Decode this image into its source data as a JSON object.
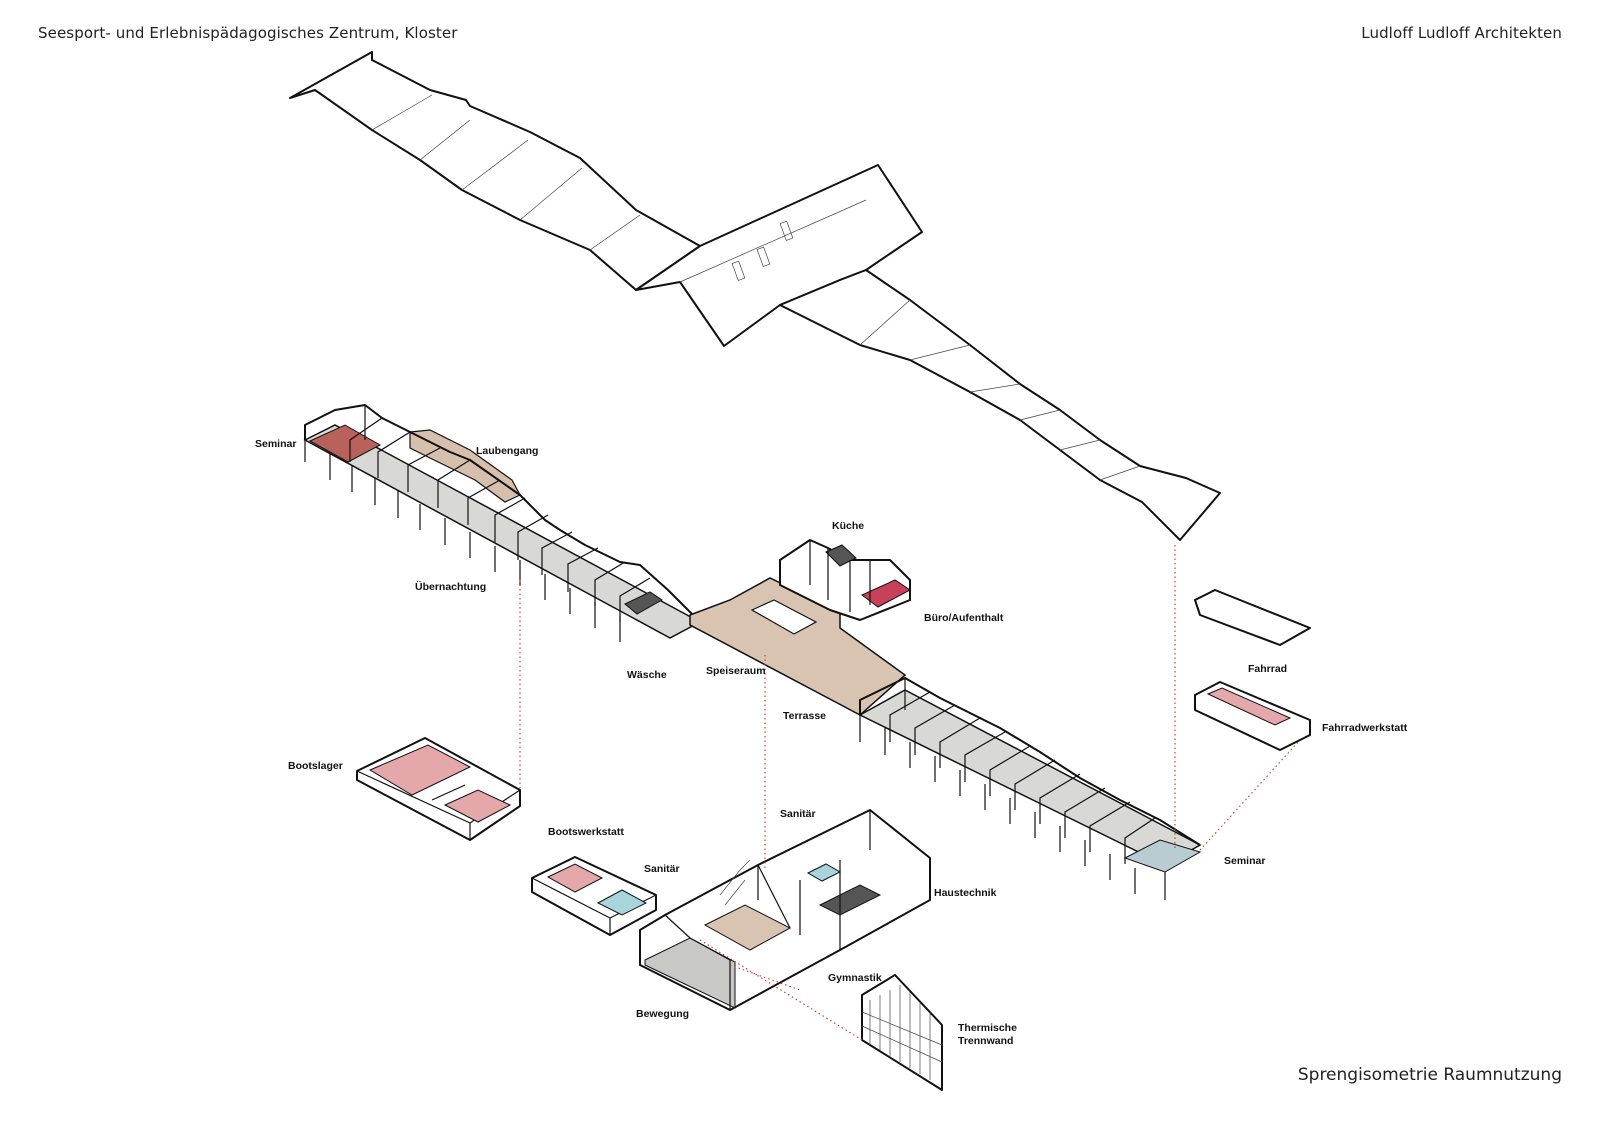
{
  "header": {
    "project_title": "Seesport- und Erlebnispädagogisches Zentrum, Kloster",
    "architect": "Ludloff Ludloff Architekten"
  },
  "footer": {
    "caption": "Sprengisometrie Raumnutzung"
  },
  "colors": {
    "seminar_red": "#b9625b",
    "pink": "#e4a8ab",
    "light_blue": "#a8d4dc",
    "grey_blue": "#b9ccd2",
    "beige": "#d9c3b1",
    "laubengang": "#d6c0ad",
    "dark_grey": "#555555",
    "grey": "#c8c8c4",
    "outline": "#111111",
    "leader": "#c0392b"
  },
  "labels": {
    "seminar_left": "Seminar",
    "laubengang": "Laubengang",
    "uebernachtung": "Übernachtung",
    "waesche": "Wäsche",
    "kueche": "Küche",
    "buero": "Büro/Aufenthalt",
    "speiseraum": "Speiseraum",
    "terrasse": "Terrasse",
    "fahrrad": "Fahrrad",
    "fahrradwerkstatt": "Fahrradwerkstatt",
    "bootslager": "Bootslager",
    "bootswerkstatt": "Bootswerkstatt",
    "sanitaer_left": "Sanitär",
    "sanitaer_top": "Sanitär",
    "haustechnik": "Haustechnik",
    "gymnastik": "Gymnastik",
    "bewegung": "Bewegung",
    "thermische_1": "Thermische",
    "thermische_2": "Trennwand",
    "seminar_right": "Seminar"
  }
}
